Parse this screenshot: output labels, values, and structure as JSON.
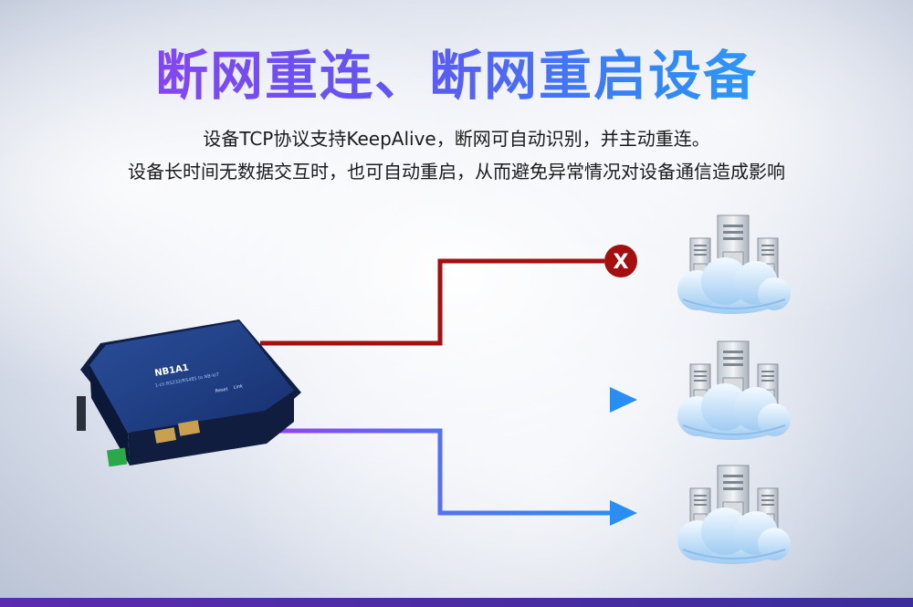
{
  "title": "断网重连、断网重启设备",
  "subtitle_line1": "设备TCP协议支持KeepAlive，断网可自动识别，并主动重连。",
  "subtitle_line2": "设备长时间无数据交互时，也可自动重启，从而避免异常情况对设备通信造成影响",
  "device": {
    "model": "NB1A1",
    "caption": "1-ch RS232/RS485 to NB-IoT",
    "port_labels": [
      "Reset",
      "Link"
    ]
  },
  "connections": [
    {
      "status": "disconnected",
      "color": "#a40f0f",
      "marker": "X"
    },
    {
      "status": "connected",
      "color": "#2a8df4"
    },
    {
      "status": "connected",
      "color": "#2a8df4"
    }
  ],
  "colors": {
    "title_start": "#9a3cf0",
    "title_end": "#2fb0f7",
    "disconnected_line": "#a40f0f",
    "connected_line": "#2a8df4",
    "cloud": "#cfe6fb"
  }
}
